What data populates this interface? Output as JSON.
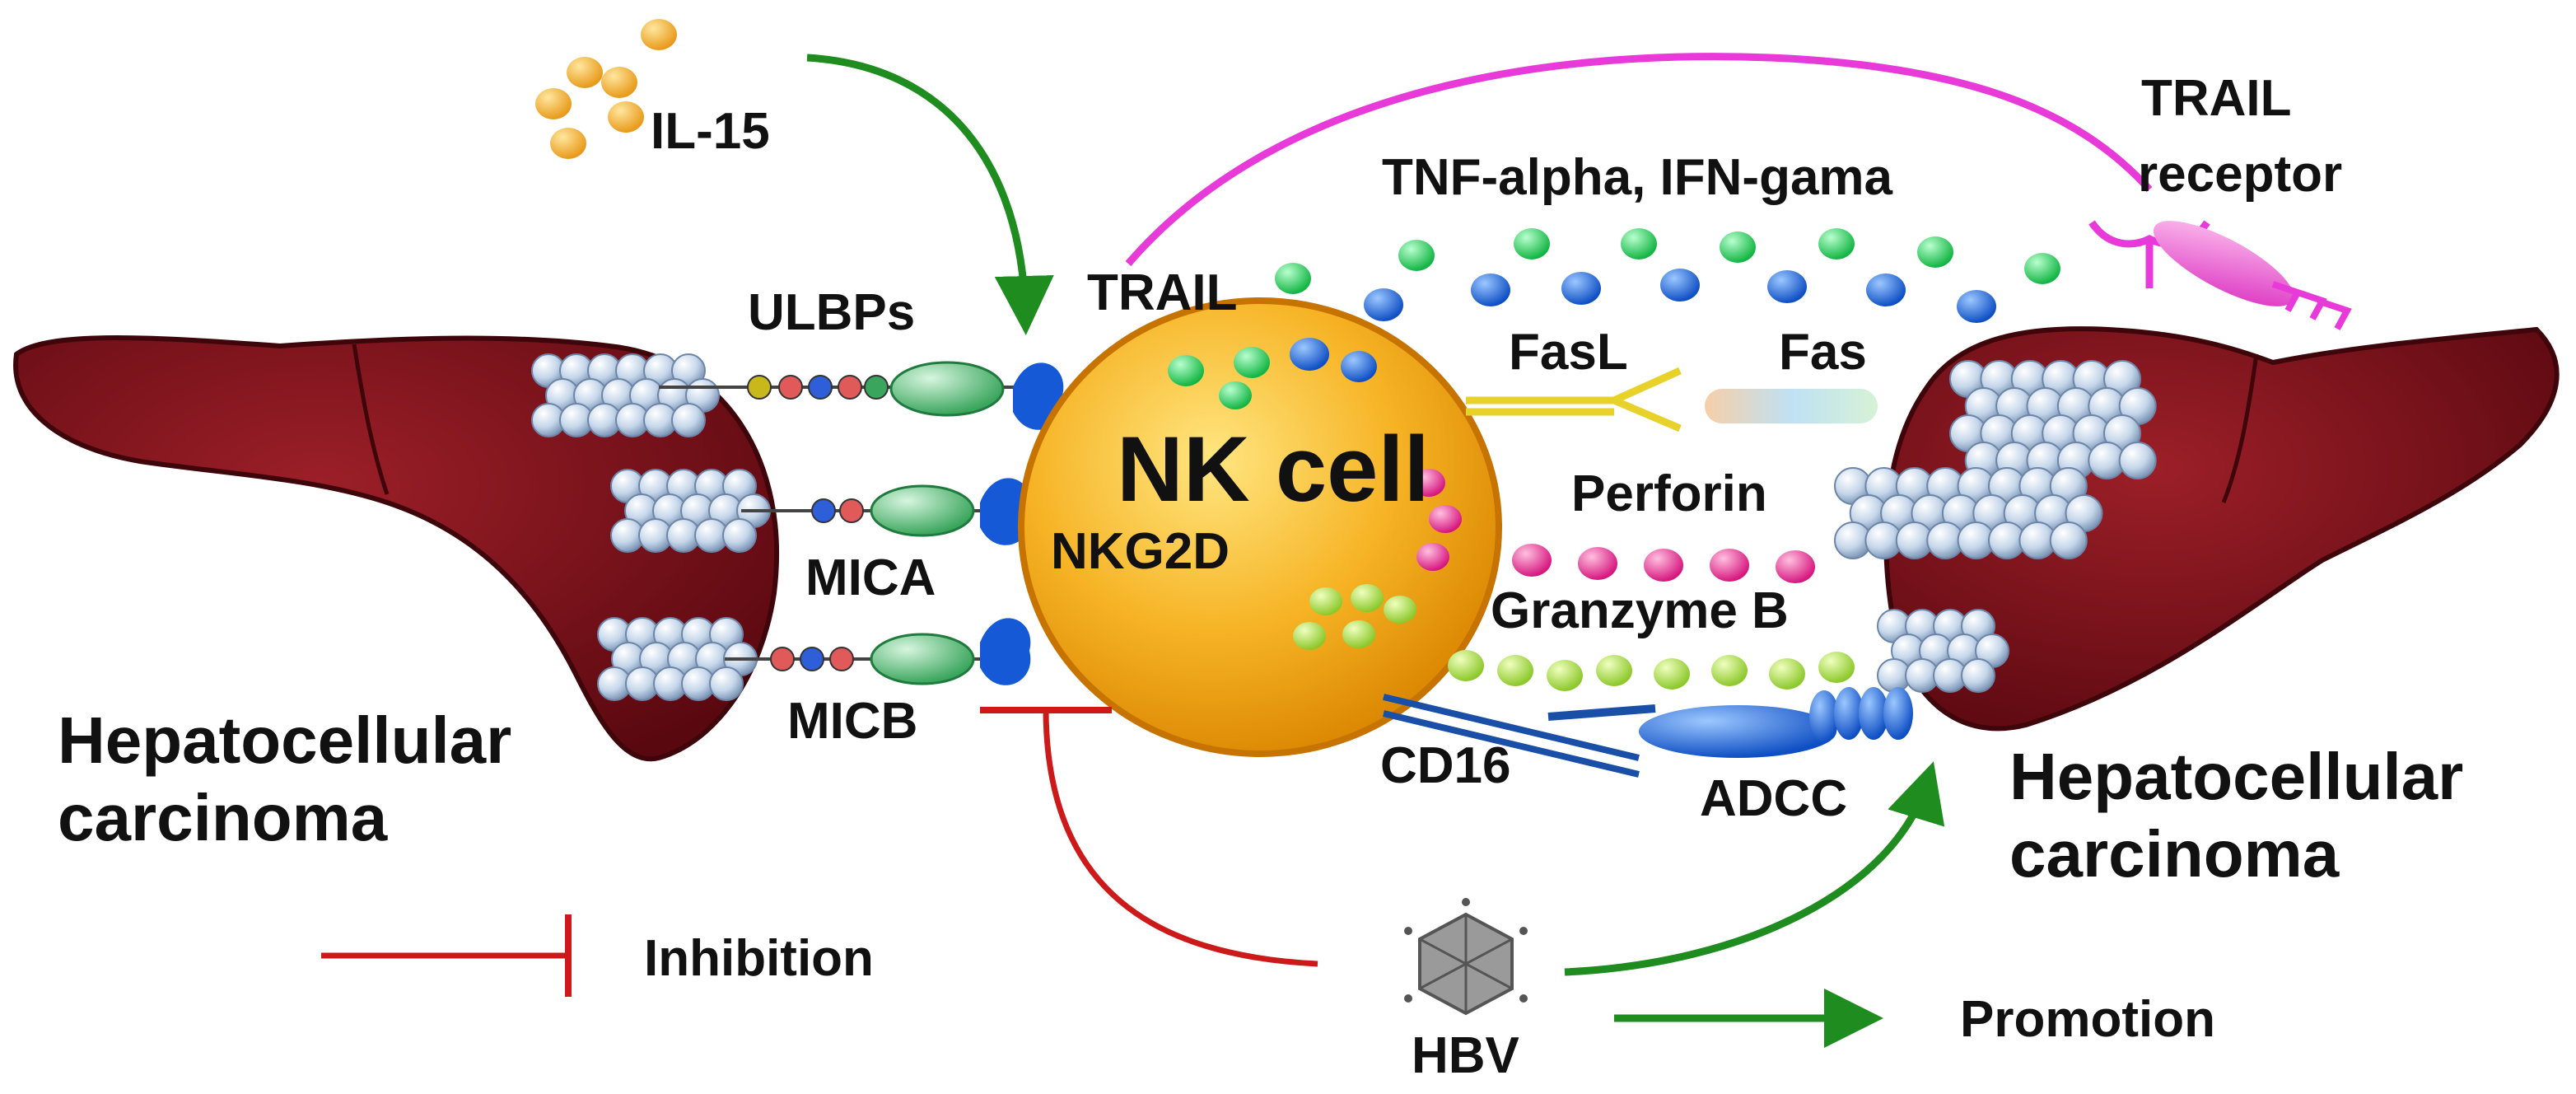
{
  "labels": {
    "il15": "IL-15",
    "trail": "TRAIL",
    "trail_receptor_line1": "TRAIL",
    "trail_receptor_line2": "receptor",
    "cytokines": "TNF-alpha, IFN-gama",
    "ulbps": "ULBPs",
    "mica": "MICA",
    "micb": "MICB",
    "nk_cell": "NK cell",
    "nkg2d": "NKG2D",
    "fasl": "FasL",
    "fas": "Fas",
    "perforin": "Perforin",
    "granzyme": "Granzyme B",
    "cd16": "CD16",
    "adcc": "ADCC",
    "hcc_left_line1": "Hepatocellular",
    "hcc_left_line2": "carcinoma",
    "hcc_right_line1": "Hepatocellular",
    "hcc_right_line2": "carcinoma",
    "hbv": "HBV",
    "legend_inhibition": "Inhibition",
    "legend_promotion": "Promotion"
  },
  "colors": {
    "liver": "#6e0a12",
    "nk_cell": "#f3a31a",
    "promotion_arrow": "#1e8c1e",
    "inhibition_line": "#cc1a1a",
    "trail_arc": "#e83ad8",
    "cytokine_green": "#1fd45a",
    "cytokine_blue": "#1a6ee0",
    "perforin": "#e8349a",
    "granzyme": "#a6dc46",
    "receptor_blue": "#1559d6",
    "ligand_green": "#5fc27c",
    "fasl_yellow": "#e8d22a"
  }
}
